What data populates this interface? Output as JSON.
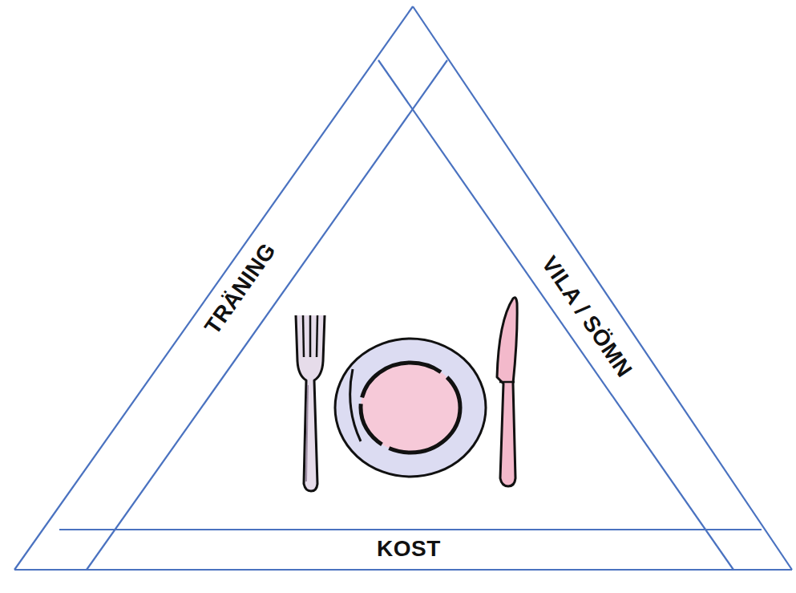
{
  "diagram": {
    "nodes": [
      {
        "text": [
          "TRÄNING"
        ]
      },
      {
        "text": [
          "VILA / SÖMN"
        ]
      },
      {
        "text": [
          "KOST"
        ]
      }
    ]
  }
}
